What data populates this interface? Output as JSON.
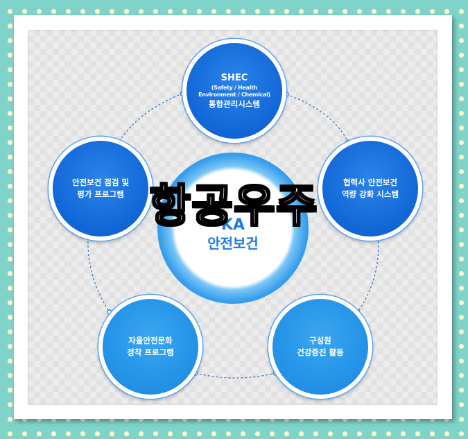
{
  "center": {
    "logo_text": "KA",
    "label": "안전보건"
  },
  "nodes": {
    "top": {
      "title": "SHEC",
      "subtitle": "(Safety / Health\nEnvironment / Chemical)",
      "label": "통합관리시스템"
    },
    "left": {
      "label": "안전보건 점검 및\n평가 프로그램"
    },
    "right": {
      "label": "협력사 안전보건\n역량 강화 시스템"
    },
    "bottom_left": {
      "label": "자율안전문화\n정착 프로그램"
    },
    "bottom_right": {
      "label": "구성원\n건강증진 활동"
    }
  },
  "watermark": "항공우주",
  "colors": {
    "background": "#7fd3c9",
    "polka_dot": "#fff9c8",
    "node_blue": "#1166d6",
    "node_light_blue": "#2190e6",
    "connector": "#2f6fd0"
  }
}
